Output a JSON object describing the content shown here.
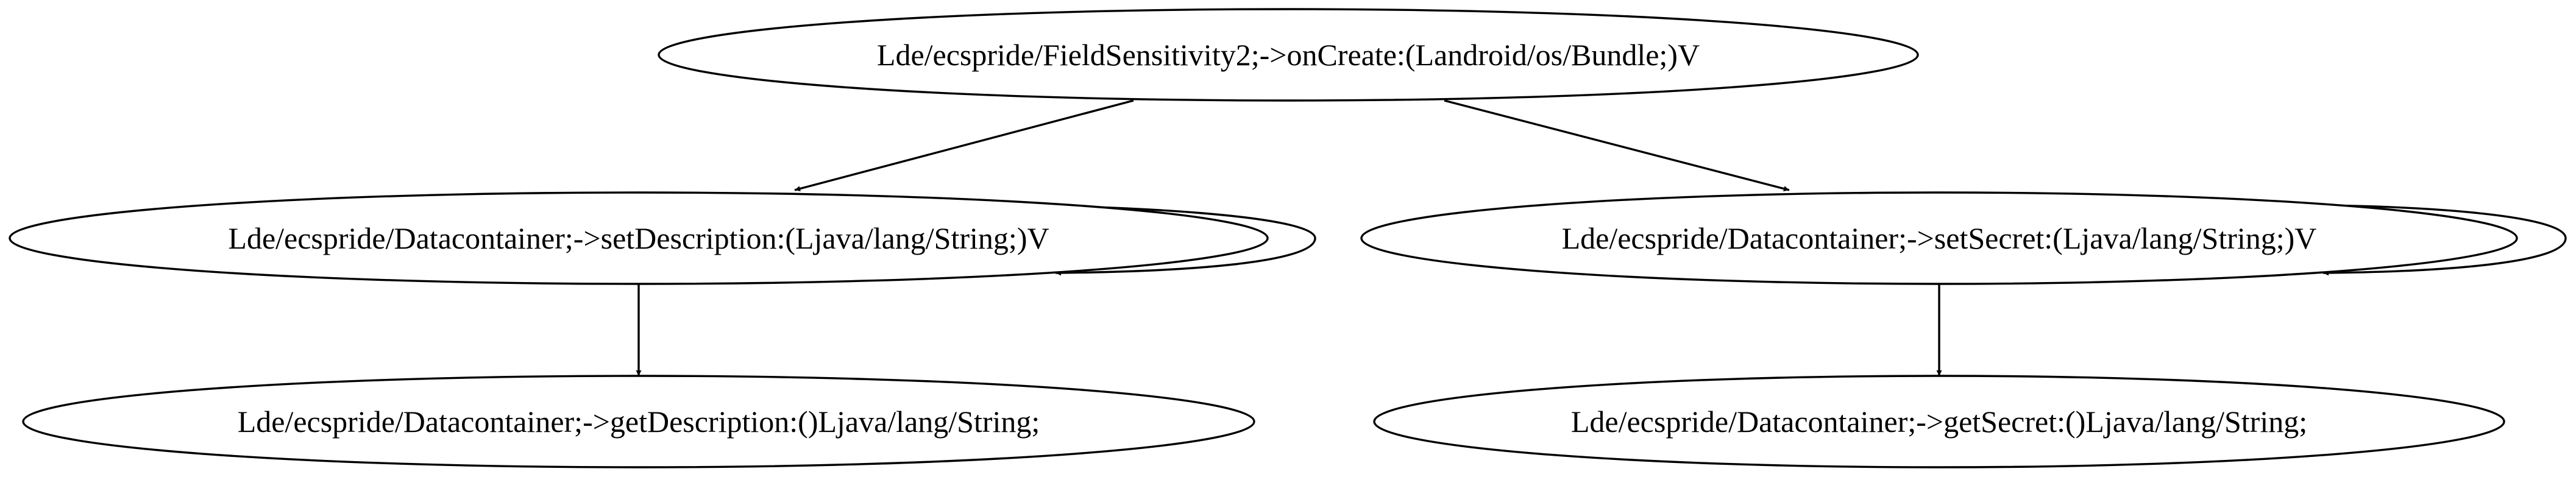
{
  "graph": {
    "nodes": [
      {
        "id": "n0",
        "label": "Lde/ecspride/FieldSensitivity2;->onCreate:(Landroid/os/Bundle;)V"
      },
      {
        "id": "n1",
        "label": "Lde/ecspride/Datacontainer;->setDescription:(Ljava/lang/String;)V"
      },
      {
        "id": "n2",
        "label": "Lde/ecspride/Datacontainer;->setSecret:(Ljava/lang/String;)V"
      },
      {
        "id": "n3",
        "label": "Lde/ecspride/Datacontainer;->getDescription:()Ljava/lang/String;"
      },
      {
        "id": "n4",
        "label": "Lde/ecspride/Datacontainer;->getSecret:()Ljava/lang/String;"
      }
    ],
    "edges": [
      {
        "from": "n0",
        "to": "n1"
      },
      {
        "from": "n0",
        "to": "n2"
      },
      {
        "from": "n1",
        "to": "n1"
      },
      {
        "from": "n2",
        "to": "n2"
      },
      {
        "from": "n1",
        "to": "n3"
      },
      {
        "from": "n2",
        "to": "n4"
      }
    ]
  }
}
